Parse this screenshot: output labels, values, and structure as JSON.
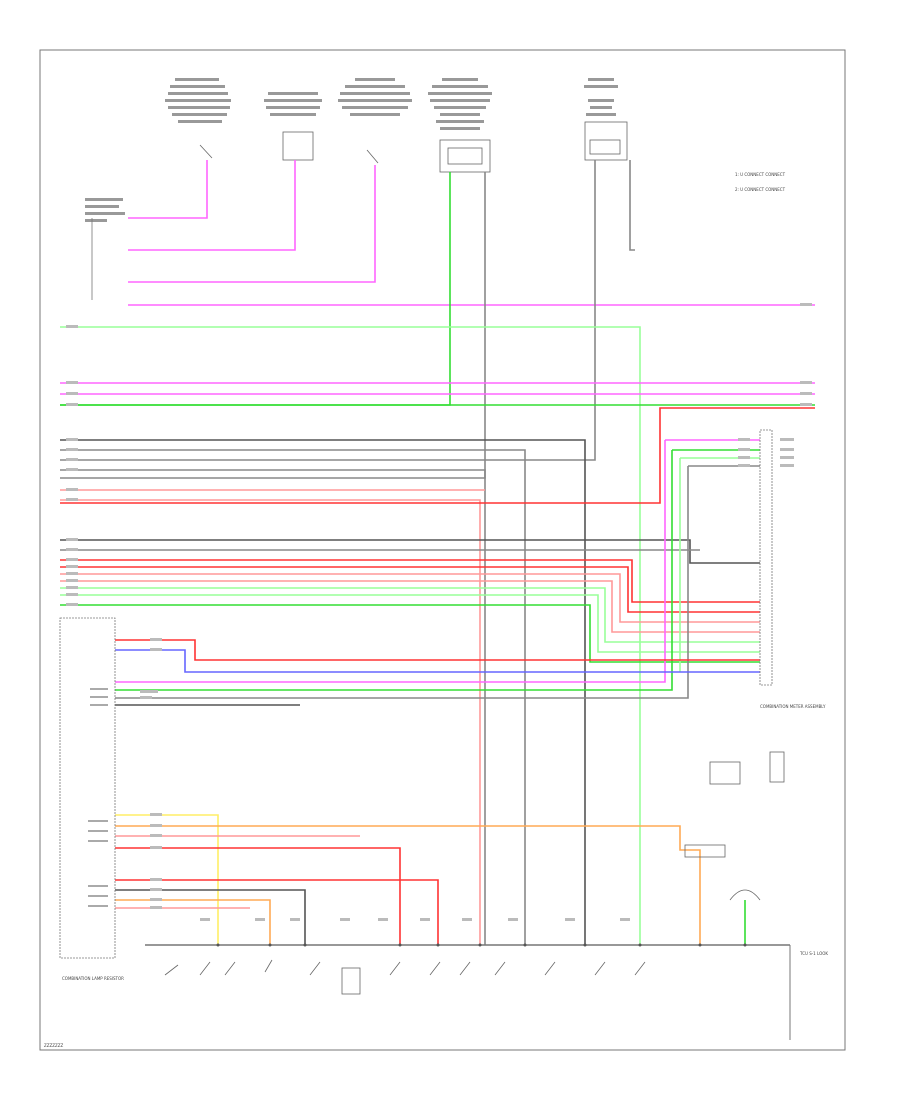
{
  "diagram": {
    "legend": {
      "items": [
        {
          "label": "1: U CONNECT CONNECT"
        },
        {
          "label": "2: U CONNECT CONNECT"
        }
      ]
    },
    "corner_label": "ZZZZZZZ",
    "bottom_right_label": "TCU S-1 LOOK",
    "colors": {
      "pink": "#ff66ff",
      "lightgreen": "#99ff99",
      "green": "#33dd33",
      "gray": "#888888",
      "darkgray": "#555555",
      "red": "#ff3333",
      "lightred": "#ff9999",
      "blue": "#6666ff",
      "orange": "#ffaa55",
      "yellow": "#ffee66",
      "black": "#333333"
    },
    "modules": [
      {
        "name": "left-control-module",
        "label": "COMBINATION LAMP RESISTOR"
      },
      {
        "name": "right-connector-block",
        "label": "COMBINATION METER ASSEMBLY"
      }
    ]
  }
}
